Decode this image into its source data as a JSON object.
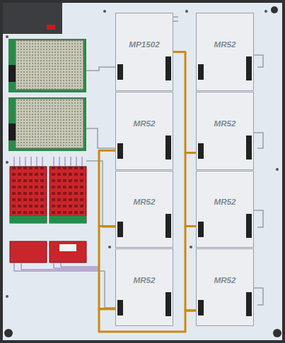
{
  "diagram": {
    "nodes": [
      {
        "text": [
          "MP1502"
        ]
      },
      {
        "text": [
          "MR52"
        ]
      },
      {
        "text": [
          "MR52"
        ]
      },
      {
        "text": [
          "MR52"
        ]
      },
      {
        "text": [
          "MR52"
        ]
      },
      {
        "text": [
          "MR52"
        ]
      },
      {
        "text": [
          "MR52"
        ]
      },
      {
        "text": [
          "MR52"
        ]
      }
    ],
    "edges": [
      {
        "from": 0,
        "to": 3,
        "arrow": "none"
      },
      {
        "from": 3,
        "to": 5,
        "arrow": "none"
      },
      {
        "from": 5,
        "to": 7,
        "arrow": "none"
      },
      {
        "from": 7,
        "to": 6,
        "arrow": "none"
      },
      {
        "from": 6,
        "to": 4,
        "arrow": "none"
      },
      {
        "from": 4,
        "to": 2,
        "arrow": "none"
      }
    ]
  }
}
